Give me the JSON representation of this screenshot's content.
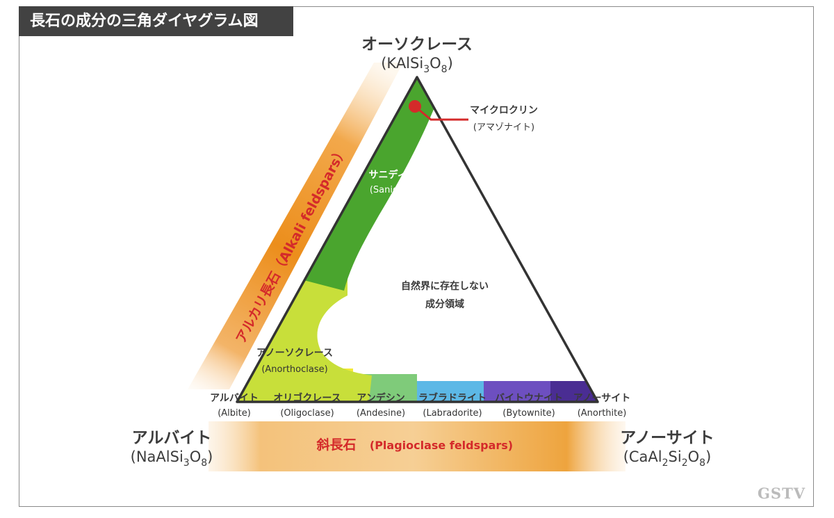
{
  "title": "長石の成分の三角ダイヤグラム図",
  "vertices": {
    "top": {
      "name": "オーソクレース",
      "formula_parts": [
        "(KAlSi",
        "3",
        "O",
        "8",
        ")"
      ]
    },
    "left": {
      "name": "アルバイト",
      "formula_parts": [
        "(NaAlSi",
        "3",
        "O",
        "8",
        ")"
      ]
    },
    "right": {
      "name": "アノーサイト",
      "formula_parts": [
        "(CaAl",
        "2",
        "Si",
        "2",
        "O",
        "8",
        ")"
      ]
    }
  },
  "side_labels": {
    "alkali": "アルカリ長石（Alkali feldspars）",
    "plagioclase_jp": "斜長石",
    "plagioclase_en": "(Plagioclase feldspars)"
  },
  "fields": {
    "microcline": {
      "jp": "マイクロクリン",
      "en": "(アマゾナイト)"
    },
    "sanidine": {
      "jp": "サニディン",
      "en": "(Sanidine)"
    },
    "anorthoclase": {
      "jp": "アノーソクレース",
      "en": "(Anorthoclase)"
    },
    "miscibility_gap": [
      "自然界に存在しない",
      "成分領域"
    ]
  },
  "plagioclase_series": [
    {
      "jp": "アルバイト",
      "en": "(Albite)",
      "color": "#f3e936"
    },
    {
      "jp": "オリゴクレース",
      "en": "(Oligoclase)",
      "color": "#f1ea3a"
    },
    {
      "jp": "アンデシン",
      "en": "(Andesine)",
      "color": "#7fcb7a"
    },
    {
      "jp": "ラブラドライト",
      "en": "(Labradorite)",
      "color": "#5cb8e6"
    },
    {
      "jp": "バイトウナイト",
      "en": "(Bytownite)",
      "color": "#6d4fc0"
    },
    {
      "jp": "アノーサイト",
      "en": "(Anorthite)",
      "color": "#4a2d93"
    }
  ],
  "colors": {
    "green": "#4aa52e",
    "yellow_green": "#c8df3a",
    "orange": "#ec8e1c",
    "red": "#d42a2a"
  },
  "logo": "GSTV"
}
